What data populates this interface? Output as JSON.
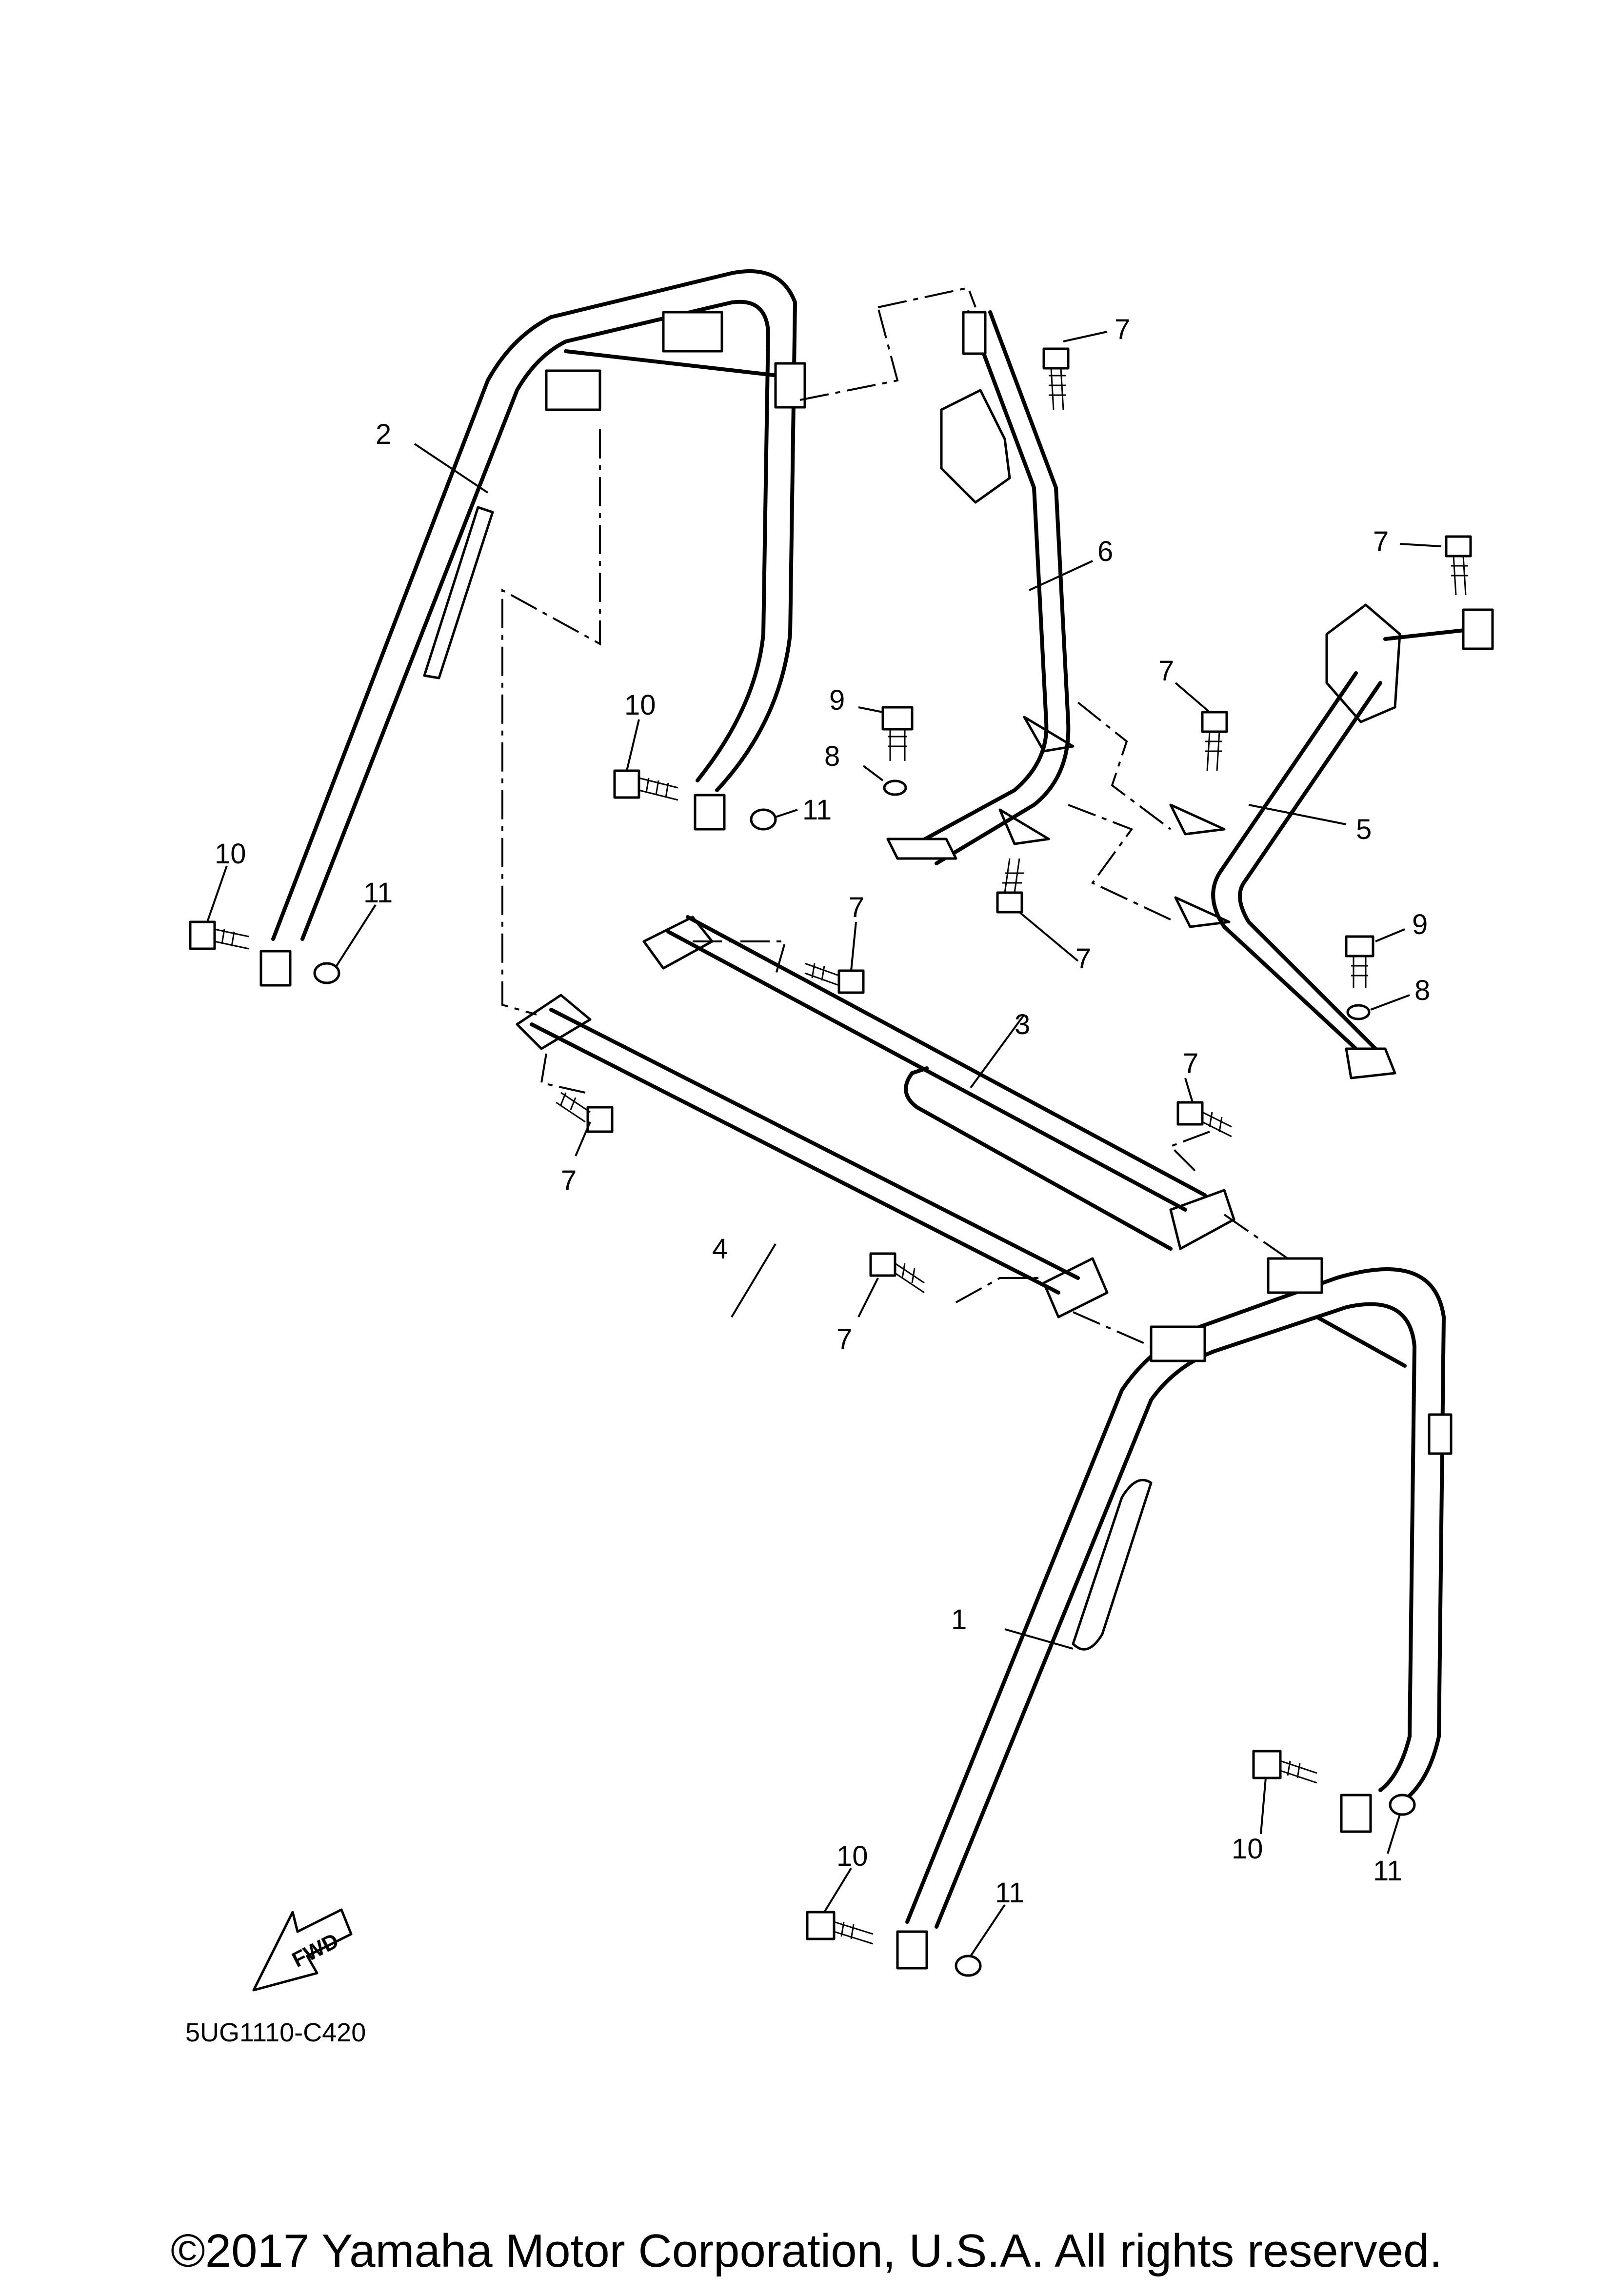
{
  "diagram_code": "5UG1110-C420",
  "fwd_label": "FWD",
  "copyright": "©2017 Yamaha Motor Corporation, U.S.A. All rights reserved.",
  "callouts": {
    "c1": "1",
    "c2": "2",
    "c3": "3",
    "c4": "4",
    "c5": "5",
    "c6": "6",
    "c7a": "7",
    "c7b": "7",
    "c7c": "7",
    "c7d": "7",
    "c7e": "7",
    "c7f": "7",
    "c7g": "7",
    "c7h": "7",
    "c8a": "8",
    "c8b": "8",
    "c9a": "9",
    "c9b": "9",
    "c10a": "10",
    "c10b": "10",
    "c10c": "10",
    "c10d": "10",
    "c11a": "11",
    "c11b": "11",
    "c11c": "11",
    "c11d": "11"
  }
}
